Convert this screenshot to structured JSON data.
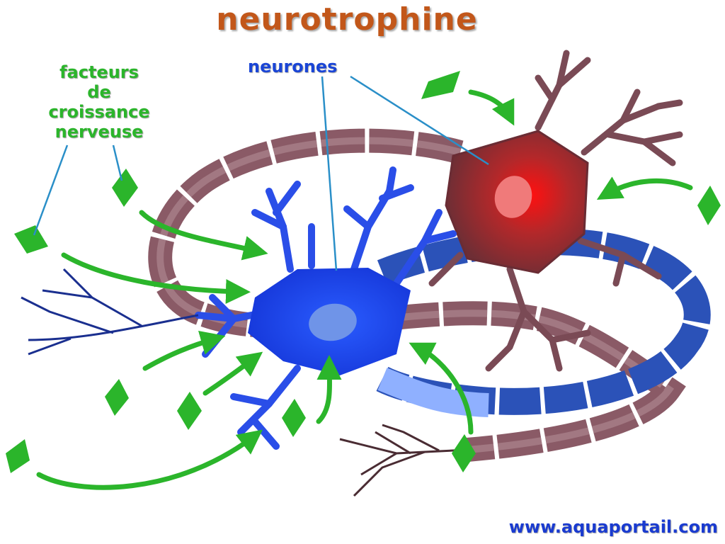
{
  "title": "neurotrophine",
  "labels": {
    "growth_factors": [
      "facteurs",
      "de",
      "croissance",
      "nerveuse"
    ],
    "neurons": "neurones"
  },
  "watermark": "www.aquaportail.com",
  "colors": {
    "title": "#c2571a",
    "growth_factor": "#2bb52b",
    "blue_neuron": "#1f45e0",
    "red_neuron_nucleus": "#e01010",
    "axon_mauve": "#8a5a66",
    "leader_line": "#2a8fc8"
  }
}
